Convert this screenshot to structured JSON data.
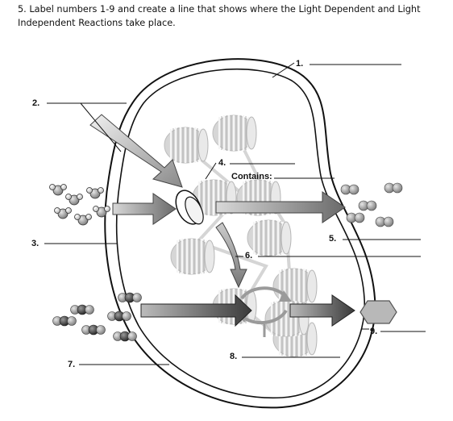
{
  "instructions": "5. Label numbers 1-9 and create a line that shows where the Light Dependent and Light Independent Reactions take place.",
  "labels": {
    "n1": "1.",
    "n2": "2.",
    "n3": "3.",
    "n4": "4.",
    "contains": "Contains:",
    "n5": "5.",
    "n6": "6.",
    "n7": "7.",
    "n8": "8.",
    "n9": "9."
  }
}
